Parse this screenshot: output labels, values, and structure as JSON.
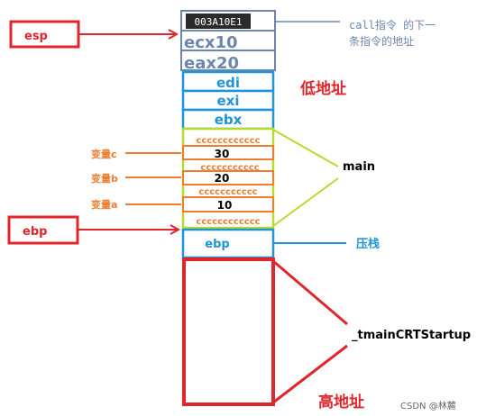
{
  "labels": {
    "esp": "esp",
    "ebp_reg": "ebp",
    "call_note_line1": "call指令 的下一",
    "call_note_line2": "条指令的地址",
    "low_addr": "低地址",
    "high_addr": "高地址",
    "main": "main",
    "push": "压栈",
    "tmain": "_tmainCRTStartup",
    "var_c": "变量c",
    "var_b": "变量b",
    "var_a": "变量a",
    "watermark": "CSDN @林麓"
  },
  "stack": {
    "return_addr": "003A10E1",
    "ecx": "ecx10",
    "eax": "eax20",
    "edi": "edi",
    "exi": "exi",
    "ebx": "ebx",
    "fill": "cccccccccccc",
    "fill2": "ccccccccccc",
    "val_c": "30",
    "val_b": "20",
    "val_a": "10",
    "ebp_cell": "ebp"
  },
  "colors": {
    "red": "#e0262c",
    "blue": "#1f95d8",
    "slate": "#6d86ad",
    "orange": "#ed7d31",
    "lime": "#b4db2e",
    "black": "#000000"
  }
}
